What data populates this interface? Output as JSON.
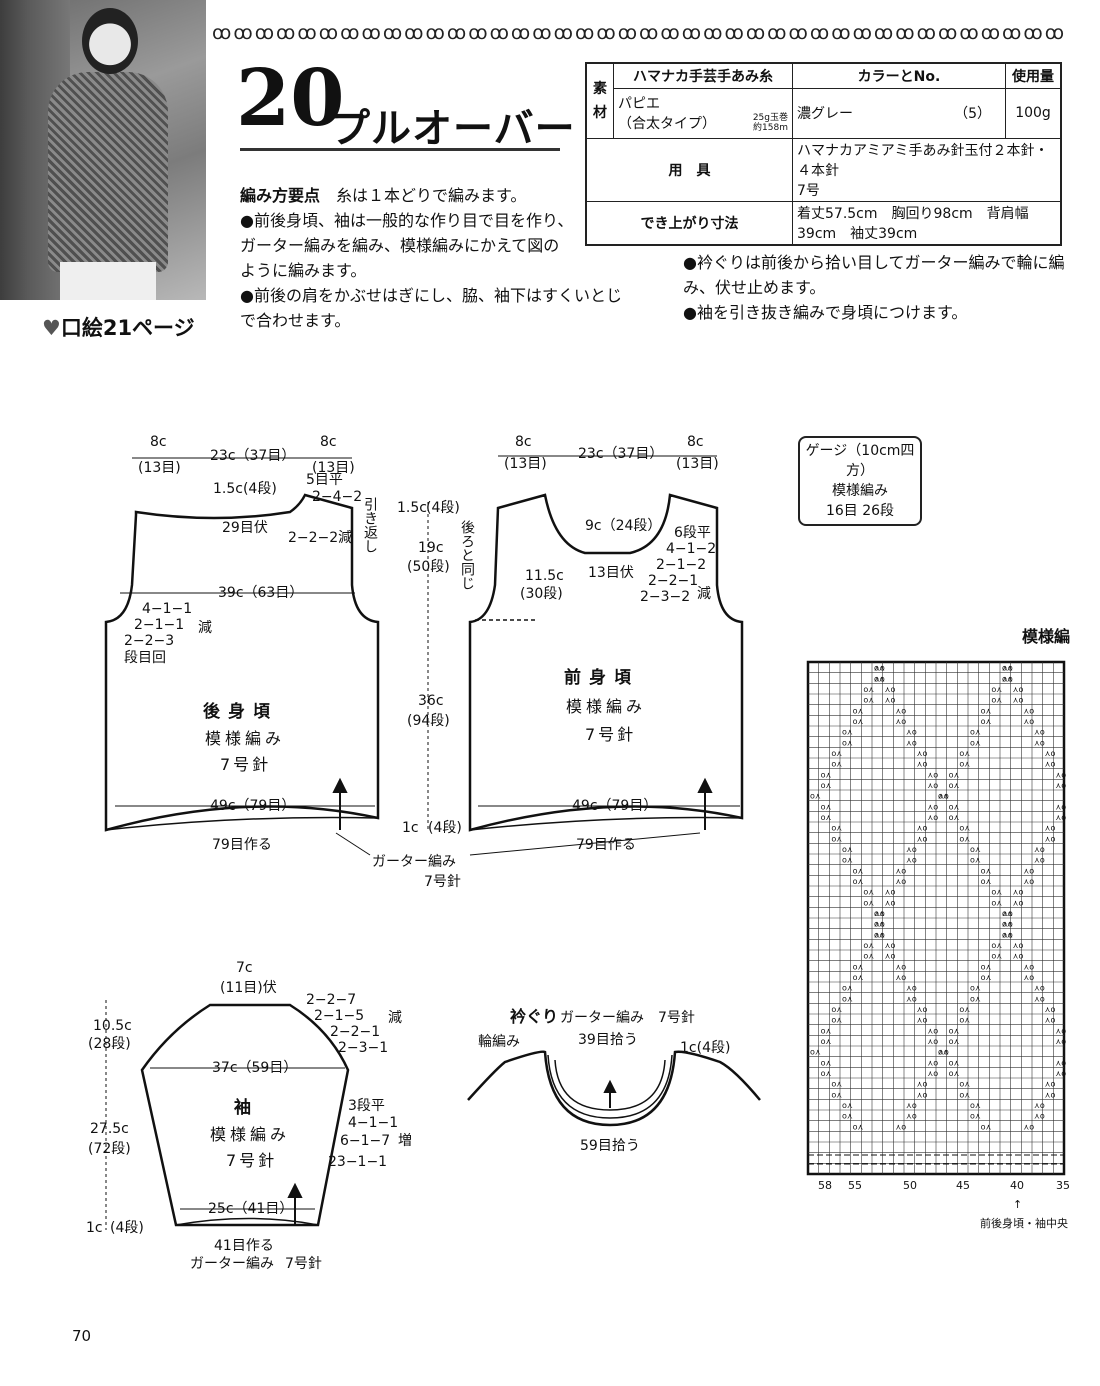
{
  "pattern_number": "20",
  "title": "プルオーバー",
  "photo_ref": "口絵21ページ",
  "border_ornament": "ꝏꝏꝏꝏꝏꝏꝏꝏꝏꝏꝏꝏꝏꝏꝏꝏꝏꝏꝏꝏꝏꝏꝏꝏꝏꝏꝏꝏꝏꝏꝏꝏꝏꝏꝏꝏꝏꝏꝏꝏꝏꝏꝏꝏ",
  "instructions": {
    "heading": "編み方要点",
    "line1": "糸は１本どりで編みます。",
    "line2": "●前後身頃、袖は一般的な作り目で目を作り、",
    "line3": "ガーター編みを編み、模様編みにかえて図の",
    "line4": "ように編みます。",
    "line5": "●前後の肩をかぶせはぎにし、脇、袖下はすくいとじ",
    "line6": "で合わせます。",
    "line7": "●衿ぐりは前後から拾い目してガーター編みで輪に編",
    "line8": "み、伏せ止めます。",
    "line9": "●袖を引き抜き編みで身頃につけます。"
  },
  "materials": {
    "label_material": "素材",
    "label_material_a": "素",
    "label_material_b": "材",
    "yarn_header": "ハマナカ手芸手あみ糸",
    "color_header": "カラーとNo.",
    "qty_header": "使用量",
    "yarn_name": "パピエ",
    "yarn_type": "（合太タイプ）",
    "yarn_ball": "25g玉巻",
    "yarn_length": "約158m",
    "color_name": "濃グレー",
    "color_no": "（5）",
    "quantity": "100g",
    "tools_label": "用　具",
    "tools_line1": "ハマナカアミアミ手あみ針玉付２本針・４本針",
    "tools_line2": "7号",
    "size_label": "でき上がり寸法",
    "size_value": "着丈57.5cm　胸回り98cm　背肩幅39cm　袖丈39cm"
  },
  "gauge": {
    "title": "ゲージ（10cm四方）",
    "line1": "模様編み",
    "line2": "16目 26段"
  },
  "back": {
    "name": "後身頃",
    "stitch": "模様編み",
    "needle": "7号針",
    "top_left": "8c",
    "top_left_st": "(13目)",
    "top_mid": "23c（37目）",
    "top_right": "8c",
    "top_right_st": "(13目)",
    "neck_rows": "1.5c(4段)",
    "shoulder_rows": "5目平",
    "shoulder_dec": "2−4−2",
    "turn_back": "引き返し",
    "neck_cast_off": "29目伏",
    "neck_dec": "2−2−2減",
    "chest": "39c（63目）",
    "arm_dec1": "4−1−1",
    "arm_dec2": "2−1−1",
    "arm_dec3": "2−2−3",
    "arm_dec_suffix": "減",
    "arm_rows_label": "段目回",
    "width": "49c（79目）",
    "cast_on": "79目作る"
  },
  "front": {
    "name": "前身頃",
    "stitch": "模様編み",
    "needle": "7号針",
    "top_left": "8c",
    "top_left_st": "(13目)",
    "top_mid": "23c（37目）",
    "top_right": "8c",
    "top_right_st": "(13目)",
    "same_as_back": "後ろと同じ",
    "neck_depth": "9c（24段）",
    "neck_cast_off": "13目伏",
    "neck_dec1": "6段平",
    "neck_dec2": "4−1−2",
    "neck_dec3": "2−1−2",
    "neck_dec4": "2−2−1",
    "neck_dec5": "2−3−2",
    "neck_dec_suffix": "減",
    "armhole": "11.5c",
    "armhole_rows": "(30段)",
    "width": "49c（79目）",
    "cast_on": "79目作る"
  },
  "vertical_dims": {
    "top": "1.5c",
    "top_rows": "(4段)",
    "armhole": "19c",
    "armhole_rows": "(50段)",
    "body": "36c",
    "body_rows": "(94段)",
    "hem": "1c",
    "hem_rows": "(4段)"
  },
  "garter": {
    "label": "ガーター編み",
    "needle": "7号針"
  },
  "sleeve": {
    "name": "袖",
    "stitch": "模様編み",
    "needle": "7号針",
    "top": "7c",
    "top_st": "(11目)伏",
    "cap_dec1": "2−2−7",
    "cap_dec2": "2−1−5",
    "cap_dec3": "2−2−1",
    "cap_dec4": "2−3−1",
    "cap_dec_suffix": "減",
    "cap_height": "10.5c",
    "cap_rows": "(28段)",
    "width_top": "37c（59目）",
    "inc1": "3段平",
    "inc2": "4−1−1",
    "inc3": "6−1−7",
    "inc4": "23−1−1",
    "inc_suffix": "増",
    "length": "27.5c",
    "length_rows": "(72段)",
    "width_bottom": "25c（41目）",
    "hem": "1c",
    "hem_rows": "(4段)",
    "cast_on": "41目作る",
    "garter": "ガーター編み",
    "garter_needle": "7号針"
  },
  "neckband": {
    "title": "衿ぐり",
    "spec": "ガーター編み　7号針",
    "round": "輪編み",
    "pick_top": "39目拾う",
    "rows": "1c(4段)",
    "pick_bottom": "59目拾う"
  },
  "chart": {
    "title": "模様編",
    "ticks": [
      "58",
      "55",
      "50",
      "45",
      "40",
      "35"
    ],
    "note": "前後身頃・袖中央"
  },
  "page_number": "70"
}
